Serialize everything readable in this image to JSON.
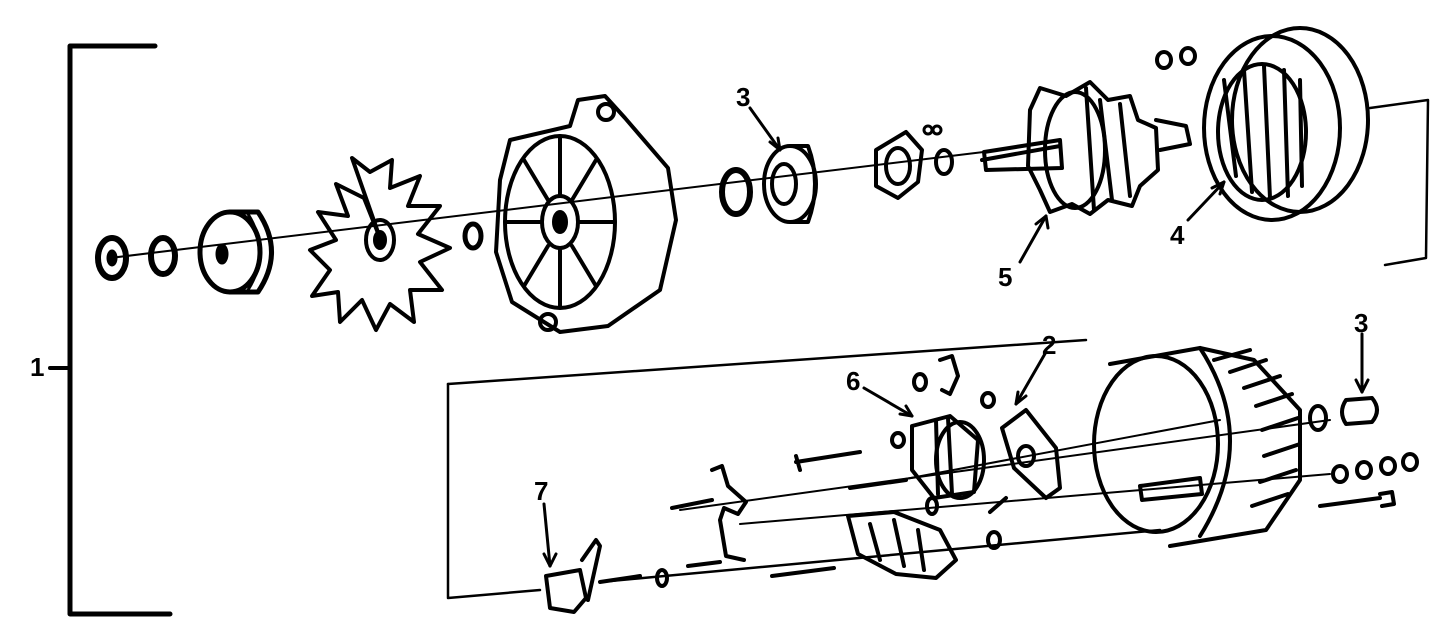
{
  "callouts": {
    "c1": "1",
    "c2": "2",
    "c3_top": "3",
    "c3_bottom": "3",
    "c4": "4",
    "c5": "5",
    "c6": "6",
    "c7": "7"
  },
  "colors": {
    "ink": "#000000",
    "paper": "#ffffff"
  }
}
